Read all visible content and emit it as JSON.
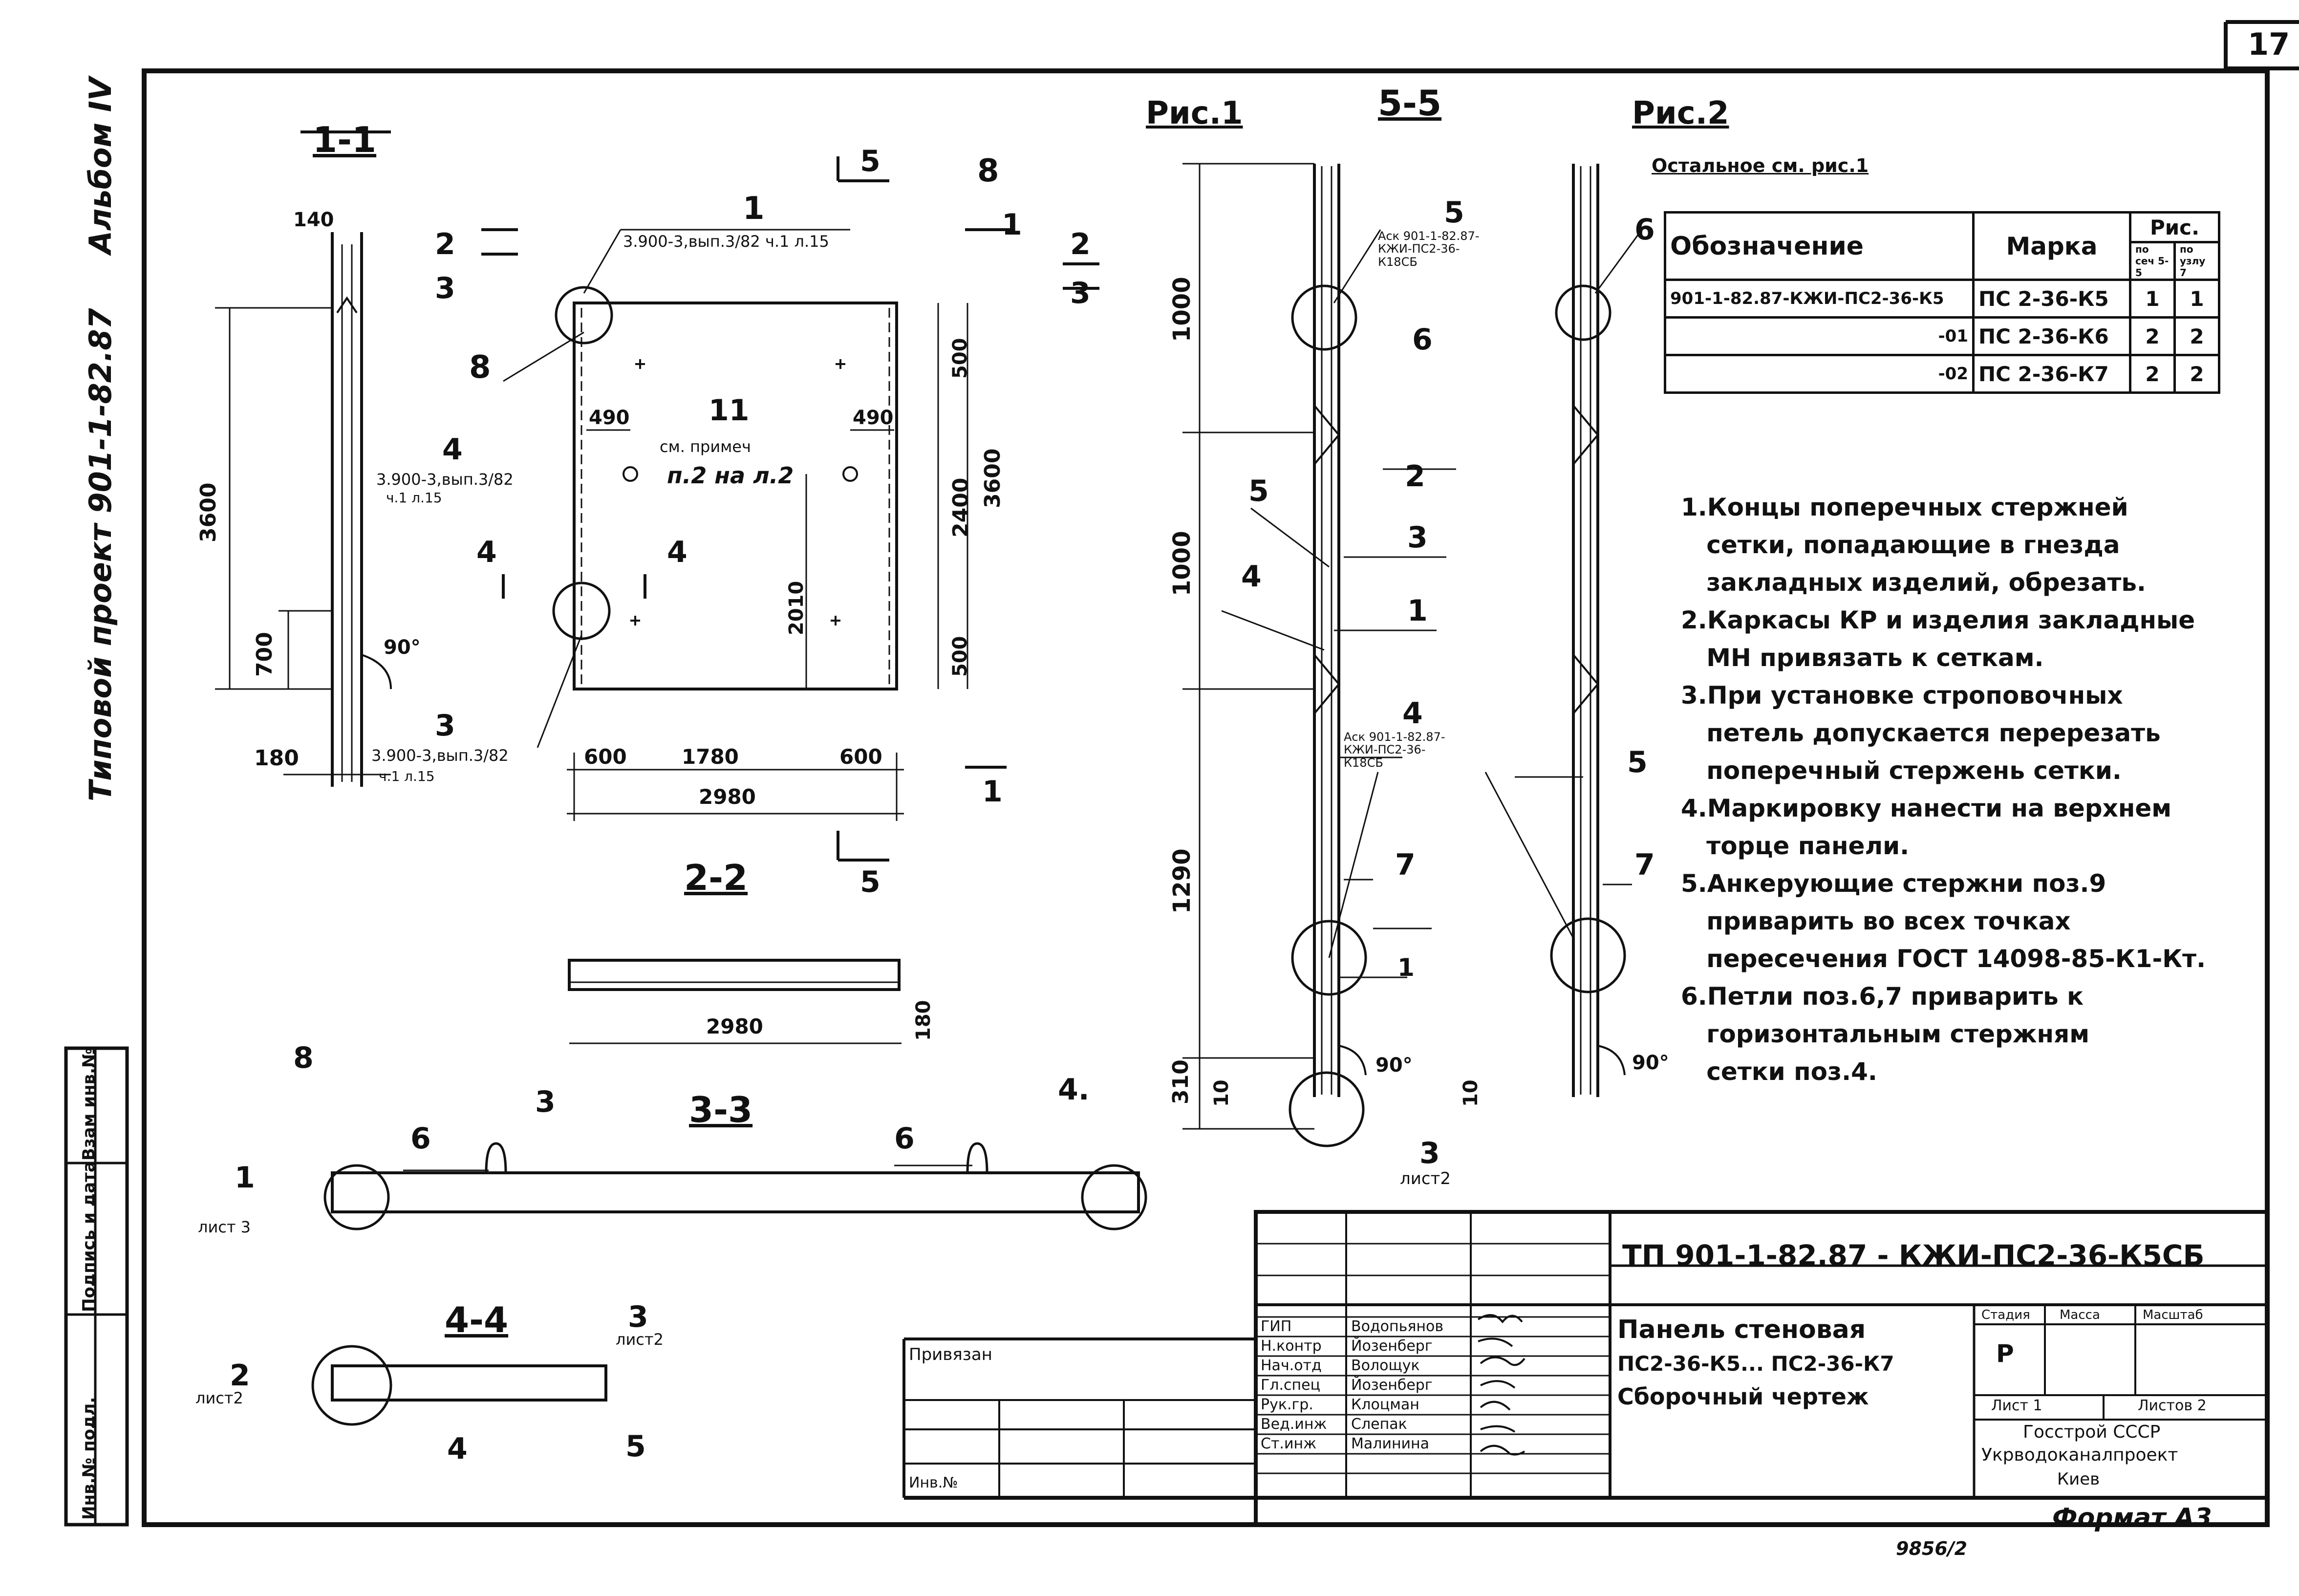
{
  "sheet": {
    "number": "17",
    "project_vertical": "Типовой проект 901-1-82.87",
    "album_vertical": "Альбом IV",
    "side_cols": [
      "Инв.№ подл.",
      "Подпись и дата",
      "Взам инв.№"
    ],
    "archive_number": "9856/2",
    "format": "Формат А3"
  },
  "views": {
    "s11": {
      "title": "1-1",
      "d140": "140",
      "d3600": "3600",
      "d700": "700",
      "d180": "180",
      "a90": "90°"
    },
    "front": {
      "c1": "1",
      "c2": "2",
      "c3": "3",
      "c4": "4",
      "c5": "5",
      "c8": "8",
      "c11": "11",
      "ref1": "3.900-3,вып.3/82 ч.1 л.15",
      "ref4a": "3.900-3,вып.3/82",
      "ref4b": "ч.1 л.15",
      "ref3a": "3.900-3,вып.3/82",
      "ref3b": "ч.1 л.15",
      "see_note": "см. примеч",
      "see_note2": "п.2 на л.2",
      "d490": "490",
      "d600": "600",
      "d1780": "1780",
      "d2980": "2980",
      "d2400": "2400",
      "d3600": "3600",
      "d2010": "2010",
      "d500": "500"
    },
    "s22": {
      "title": "2-2",
      "d2980": "2980",
      "d180": "180"
    },
    "s33": {
      "title": "3-3",
      "c8": "8",
      "c6": "6",
      "c3": "3",
      "c4": "4.",
      "c1": "1",
      "sheet": "лист 3"
    },
    "s44": {
      "title": "4-4",
      "c2": "2",
      "c3": "3",
      "c4": "4",
      "c5": "5",
      "sheet2a": "лист2",
      "sheet2b": "лист2"
    },
    "ris1": {
      "title": "Рис.1"
    },
    "s55": {
      "title": "5-5",
      "d1000a": "1000",
      "d1000b": "1000",
      "d1290": "1290",
      "d310": "310",
      "d10": "10",
      "ref5": "Аск 901-1-82.87-КЖИ-ПС2-36-К18СБ",
      "ref4": "Аск 901-1-82.87-КЖИ-ПС2-36-К18СБ",
      "c1": "1",
      "c2": "2",
      "c3": "3",
      "c4": "4",
      "c5": "5",
      "c6": "6",
      "c7": "7",
      "c1b": "1",
      "a90": "90°",
      "c3b": "3",
      "sheet2": "лист2"
    },
    "ris2": {
      "title": "Рис.2",
      "rest": "Остальное см. рис.1",
      "c5": "5",
      "c6": "6",
      "c7": "7",
      "d10": "10",
      "a90": "90°"
    }
  },
  "spec_table": {
    "h_designation": "Обозначение",
    "h_mark": "Марка",
    "h_fig": "Рис.",
    "h_sub1": "по сеч 5-5",
    "h_sub2": "по узлу 7",
    "rows": [
      {
        "designation": "901-1-82.87-КЖИ-ПС2-36-К5",
        "mark": "ПС 2-36-К5",
        "a": "1",
        "b": "1"
      },
      {
        "designation": "-01",
        "mark": "ПС 2-36-К6",
        "a": "2",
        "b": "2"
      },
      {
        "designation": "-02",
        "mark": "ПС 2-36-К7",
        "a": "2",
        "b": "2"
      }
    ]
  },
  "notes": [
    "1.Концы поперечных стержней",
    "   сетки, попадающие в гнезда",
    "   закладных изделий, обрезать.",
    "2.Каркасы КР и изделия закладные",
    "   МН привязать к сеткам.",
    "3.При установке строповочных",
    "   петель допускается перерезать",
    "   поперечный стержень сетки.",
    "4.Маркировку нанести на верхнем",
    "   торце панели.",
    "5.Анкерующие стержни поз.9",
    "   приварить во всех точках",
    "   пересечения ГОСТ 14098-85-К1-Кт.",
    "6.Петли поз.6,7 приварить к",
    "   горизонтальным стержням",
    "   сетки поз.4."
  ],
  "title_block": {
    "code": "ТП 901-1-82.87 - КЖИ-ПС2-36-К5СБ",
    "name1": "Панель стеновая",
    "name2": "ПС2-36-К5...  ПС2-36-К7",
    "name3": "Сборочный чертеж",
    "h_stage": "Стадия",
    "h_mass": "Масса",
    "h_scale": "Масштаб",
    "stage": "Р",
    "sheet": "Лист 1",
    "sheets": "Листов 2",
    "org1": "Госстрой СССР",
    "org2": "Укрводоканалпроект",
    "org3": "Киев",
    "binding": "Привязан",
    "inv": "Инв.№",
    "staff": [
      {
        "role": "ГИП",
        "name": "Водопьянов"
      },
      {
        "role": "Н.контр",
        "name": "Йозенберг"
      },
      {
        "role": "Нач.отд",
        "name": "Волощук"
      },
      {
        "role": "Гл.спец",
        "name": "Йозенберг"
      },
      {
        "role": "Рук.гр.",
        "name": "Клоцман"
      },
      {
        "role": "Вед.инж",
        "name": "Слепак"
      },
      {
        "role": "Ст.инж",
        "name": "Малинина"
      }
    ]
  }
}
